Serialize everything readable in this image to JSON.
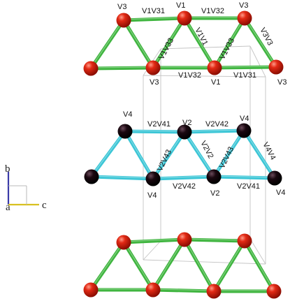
{
  "colors": {
    "red_atom": "#e22914",
    "black_atom": "#14060c",
    "green_bond": "#3fb53f",
    "cyan_bond": "#3cc6d6",
    "cell_edge": "#c4c4c4",
    "axis_b": "#3b3ba8",
    "axis_c": "#d8c020"
  },
  "axes": {
    "b": "b",
    "a": "a",
    "c": "c"
  },
  "layers": {
    "top": {
      "atoms": [
        "V3",
        "V1",
        "V3",
        "",
        "V3",
        "V1",
        "V3"
      ],
      "bond_labels": [
        "V1V31",
        "V1V32",
        "V1V33",
        "V1V1",
        "V1V33",
        "V3V3",
        "V1V32",
        "V1V31"
      ]
    },
    "middle": {
      "atoms": [
        "V4",
        "V2",
        "V4",
        "",
        "V4",
        "V2",
        "V4"
      ],
      "bond_labels": [
        "V2V41",
        "V2V42",
        "V2V43",
        "V2V2",
        "V2V43",
        "V4V4",
        "V2V42",
        "V2V41"
      ]
    },
    "bottom": {
      "atoms": [
        "",
        "",
        "",
        "",
        "",
        "",
        "",
        ""
      ]
    }
  }
}
